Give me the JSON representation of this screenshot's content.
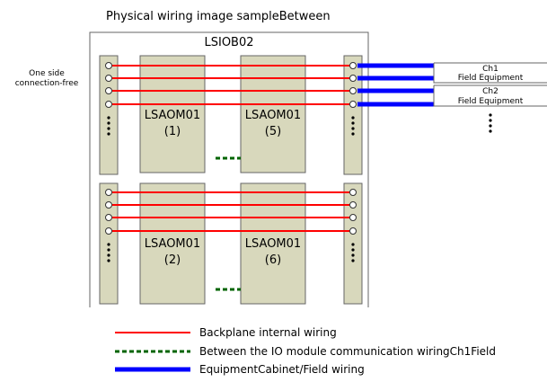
{
  "title": "Physical wiring image sampleBetween",
  "board_label": "LSIOB02",
  "side_note": [
    "One side",
    "connection-free"
  ],
  "modules": [
    {
      "name": "LSAOM01",
      "num": "(1)"
    },
    {
      "name": "LSAOM01",
      "num": "(5)"
    },
    {
      "name": "LSAOM01",
      "num": "(2)"
    },
    {
      "name": "LSAOM01",
      "num": "(6)"
    }
  ],
  "field_boxes": [
    {
      "ch": "Ch1",
      "label": "Field Equipment"
    },
    {
      "ch": "Ch2",
      "label": "Field Equipment"
    }
  ],
  "legend": [
    {
      "label": "Backplane internal wiring",
      "style": "red-line"
    },
    {
      "label": "Between the IO module communication wiringCh1Field",
      "style": "green-dashed"
    },
    {
      "label": "EquipmentCabinet/Field wiring",
      "style": "blue-thick"
    }
  ],
  "colors": {
    "backplane_wire": "#ff0000",
    "module_comm": "#006400",
    "field_wire": "#0000ff",
    "module_fill": "#d8d8bc",
    "terminal_fill": "#d8d8bc",
    "outline": "#666666"
  }
}
